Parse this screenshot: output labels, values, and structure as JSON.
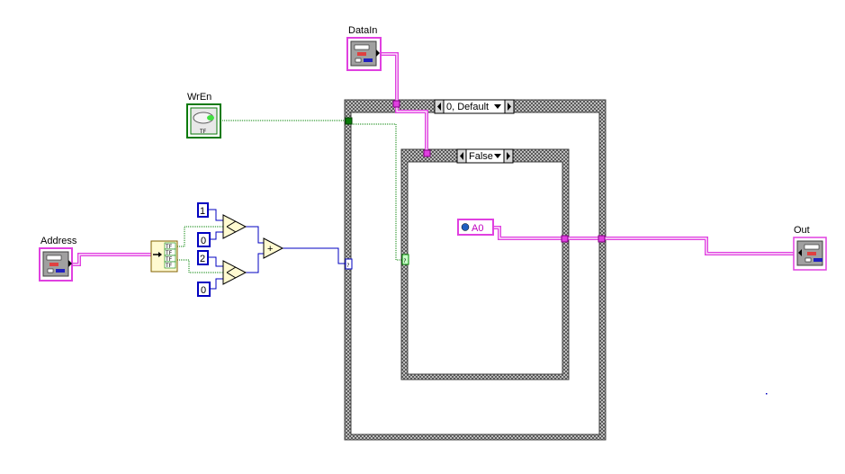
{
  "controls": {
    "datain": {
      "label": "DataIn"
    },
    "wren": {
      "label": "WrEn",
      "tf": "TF"
    },
    "address": {
      "label": "Address"
    },
    "out": {
      "label": "Out"
    }
  },
  "unbundle": {
    "items": [
      "TF",
      "TF",
      "TF",
      "TF"
    ]
  },
  "constants": {
    "c1": "1",
    "c2": "0",
    "c3": "2",
    "c4": "0"
  },
  "add_node": {
    "symbol": "+"
  },
  "outer_case": {
    "selector": "0, Default"
  },
  "inner_case": {
    "selector": "False"
  },
  "selector_glyph": "?",
  "inner_constant": {
    "value": "A0"
  },
  "colors": {
    "cluster_wire": "#e040e0",
    "bool_wire": "#008000",
    "int_wire": "#0000c0",
    "structure_border": "#404040"
  }
}
